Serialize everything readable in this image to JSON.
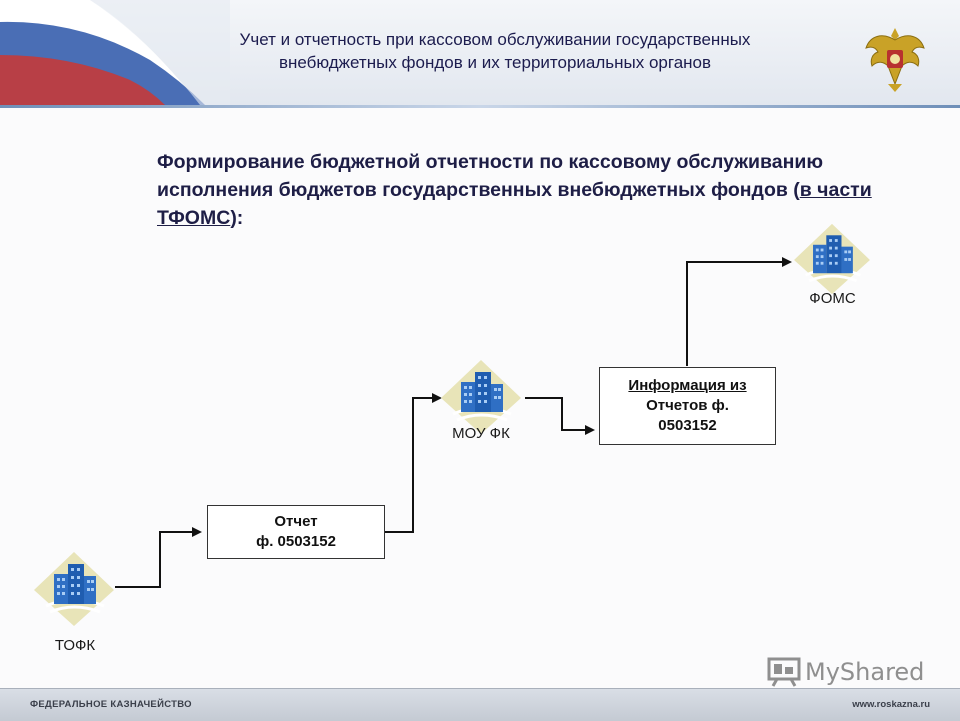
{
  "header": {
    "title_line1": "Учет и отчетность при кассовом обслуживании государственных",
    "title_line2": "внебюджетных фондов и их территориальных органов"
  },
  "main": {
    "title_part1": "Формирование бюджетной отчетности по кассовому обслуживанию исполнения бюджетов государственных внебюджетных фондов (",
    "title_underlined": "в части ТФОМС",
    "title_part2": "):"
  },
  "diagram": {
    "nodes": {
      "tofk": "ТОФК",
      "mou_fk": "МОУ ФК",
      "foms": "ФОМС"
    },
    "boxes": {
      "report_line1": "Отчет",
      "report_line2": "ф. 0503152",
      "info_line1": "Информация из",
      "info_line2": "Отчетов ф.",
      "info_line3": "0503152"
    }
  },
  "footer": {
    "left": "ФЕДЕРАЛЬНОЕ КАЗНАЧЕЙСТВО",
    "right": "www.roskazna.ru"
  },
  "watermark": "MyShared",
  "colors": {
    "title": "#1e1e46",
    "header_text": "#1c1c4e",
    "building_blue": "#2f6fc4",
    "diamond_bg": "#e8e4b8",
    "flag_white": "#ffffff",
    "flag_blue": "#2a55a8",
    "flag_red": "#c43a3a"
  }
}
